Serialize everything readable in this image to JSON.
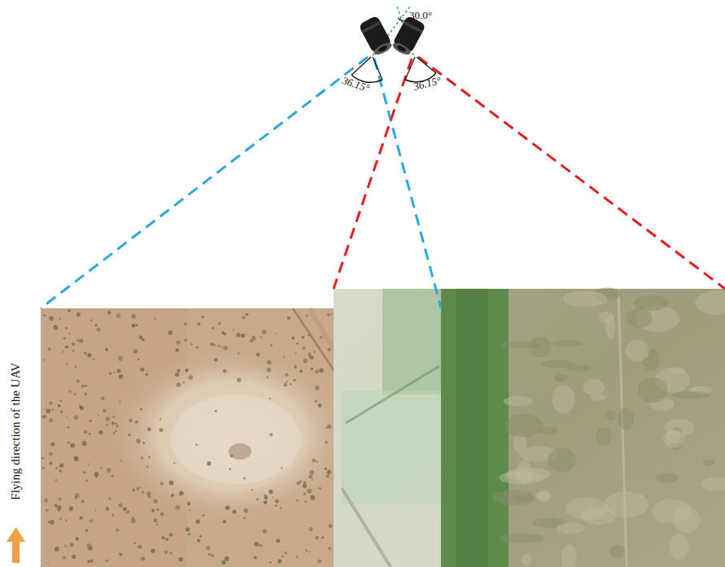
{
  "diagram": {
    "labels": [
      "30.0°",
      "36.15°",
      "36.15°",
      "Flying direction of the UAV"
    ]
  }
}
